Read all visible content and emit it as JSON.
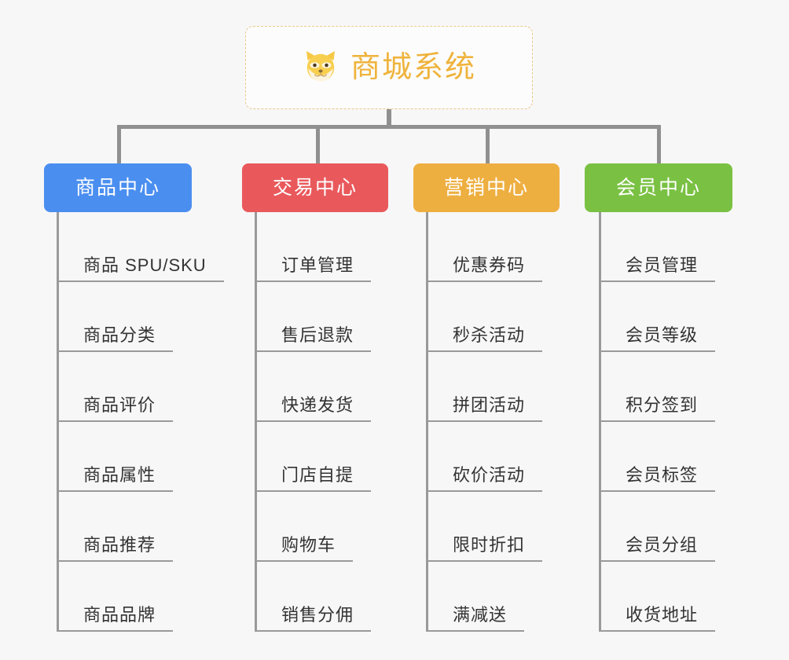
{
  "diagram": {
    "title": "商城系统",
    "root": {
      "label": "商城系统",
      "icon": "shiba-dog-face-icon",
      "text_color": "#efb33c",
      "border_color": "#e8c98a",
      "background": "#fcfcfc"
    },
    "background_color": "#f7f7f7",
    "connector_color": "#909090",
    "branches": [
      {
        "label": "商品中心",
        "color": "#4a8ef0",
        "items": [
          "商品 SPU/SKU",
          "商品分类",
          "商品评价",
          "商品属性",
          "商品推荐",
          "商品品牌"
        ]
      },
      {
        "label": "交易中心",
        "color": "#e9595c",
        "items": [
          "订单管理",
          "售后退款",
          "快递发货",
          "门店自提",
          "购物车",
          "销售分佣"
        ]
      },
      {
        "label": "营销中心",
        "color": "#eeaf41",
        "items": [
          "优惠券码",
          "秒杀活动",
          "拼团活动",
          "砍价活动",
          "限时折扣",
          "满减送"
        ]
      },
      {
        "label": "会员中心",
        "color": "#7ac143",
        "items": [
          "会员管理",
          "会员等级",
          "积分签到",
          "会员标签",
          "会员分组",
          "收货地址"
        ]
      }
    ]
  }
}
